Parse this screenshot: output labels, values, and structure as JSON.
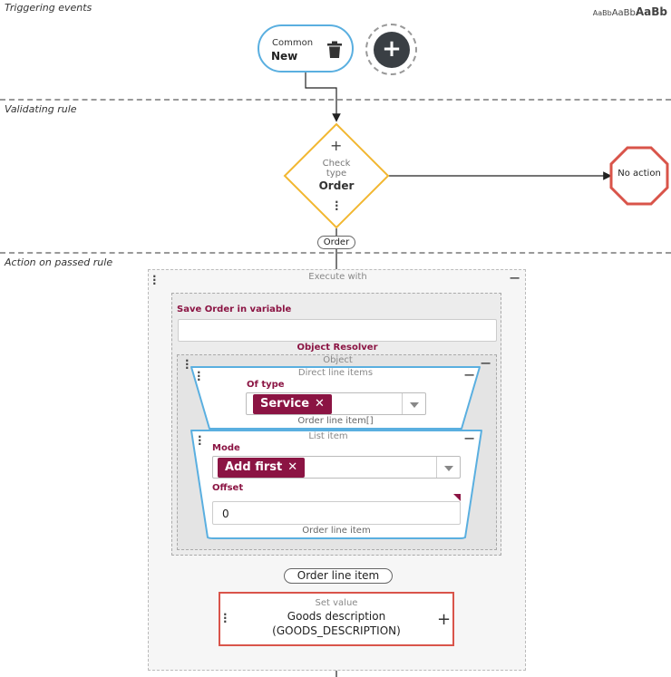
{
  "sections": {
    "triggering": "Triggering events",
    "validating": "Validating rule",
    "action": "Action on passed rule"
  },
  "font_sizer": {
    "small": "AaBb",
    "medium": "AaBb",
    "large": "AaBb"
  },
  "trigger": {
    "category": "Common",
    "name": "New",
    "icons": [
      "trash-icon",
      "plus-icon"
    ]
  },
  "validation": {
    "line1": "Check",
    "line2": "type",
    "value": "Order",
    "add_symbol": "+",
    "colors": {
      "border": "#f2b731"
    }
  },
  "no_action": {
    "label": "No action",
    "color": "#d9544a"
  },
  "connector_labels": {
    "order": "Order",
    "order_line_item": "Order line item"
  },
  "execute": {
    "title": "Execute with",
    "save": {
      "label": "Save Order in variable",
      "value": "",
      "resolver_label": "Object Resolver",
      "object": {
        "title": "Object",
        "direct_line_items": {
          "title": "Direct line items",
          "of_type_label": "Of type",
          "chip": "Service",
          "output": "Order line item[]"
        },
        "list_item": {
          "title": "List item",
          "mode_label": "Mode",
          "chip": "Add first",
          "offset_label": "Offset",
          "offset_value": "0",
          "output": "Order line item"
        }
      }
    },
    "set_value": {
      "title": "Set value",
      "line1": "Goods description",
      "line2": "(GOODS_DESCRIPTION)",
      "add_symbol": "+"
    }
  },
  "colors": {
    "accent_blue": "#5aafe0",
    "maroon": "#8b1443",
    "dark": "#3a3f44"
  }
}
